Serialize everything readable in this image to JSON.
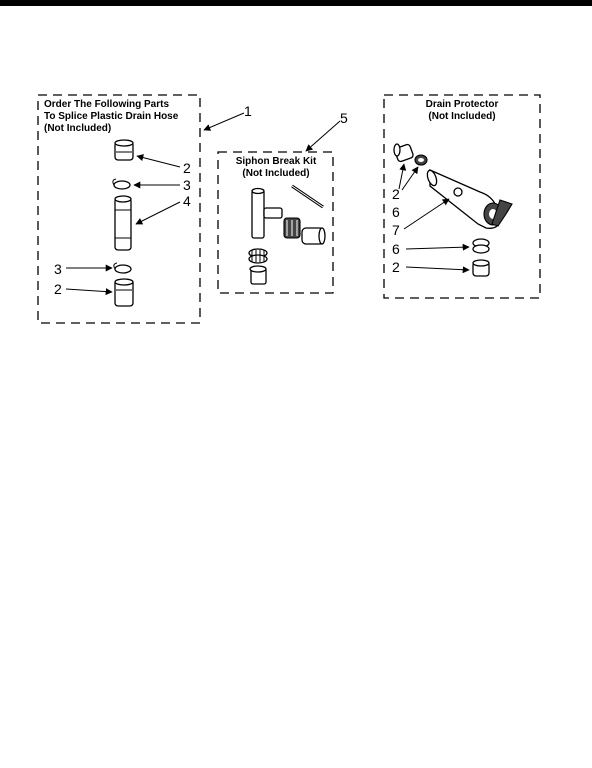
{
  "kits": {
    "splice": {
      "title_line1": "Order The Following Parts",
      "title_line2": "To Splice Plastic Drain Hose",
      "title_line3": "(Not Included)",
      "callout": "1"
    },
    "siphon": {
      "title_line1": "Siphon Break Kit",
      "title_line2": "(Not Included)",
      "callout": "5"
    },
    "drain": {
      "title_line1": "Drain Protector",
      "title_line2": "(Not Included)"
    }
  },
  "callouts": {
    "splice_upper_connector": "2",
    "splice_upper_clamp": "3",
    "splice_coupling": "4",
    "splice_lower_clamp": "3",
    "splice_lower_connector": "2",
    "drain_upper_connector": "2",
    "drain_upper_ring": "6",
    "drain_body": "7",
    "drain_lower_ring": "6",
    "drain_lower_connector": "2"
  }
}
